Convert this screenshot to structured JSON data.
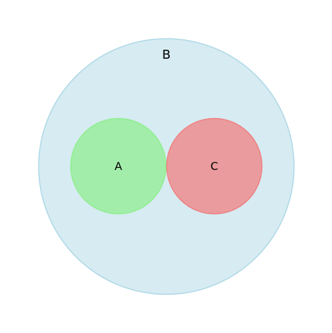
{
  "diagram": {
    "type": "venn",
    "sets": [
      {
        "id": "B",
        "label": "B",
        "color": "#add8e6",
        "contains": [
          "A",
          "C"
        ]
      },
      {
        "id": "A",
        "label": "A",
        "color": "#90ee90"
      },
      {
        "id": "C",
        "label": "C",
        "color": "#f08080"
      }
    ],
    "relations": {
      "A_subset_of_B": true,
      "C_subset_of_B": true,
      "A_C_touching": true,
      "A_C_overlap": false
    }
  }
}
